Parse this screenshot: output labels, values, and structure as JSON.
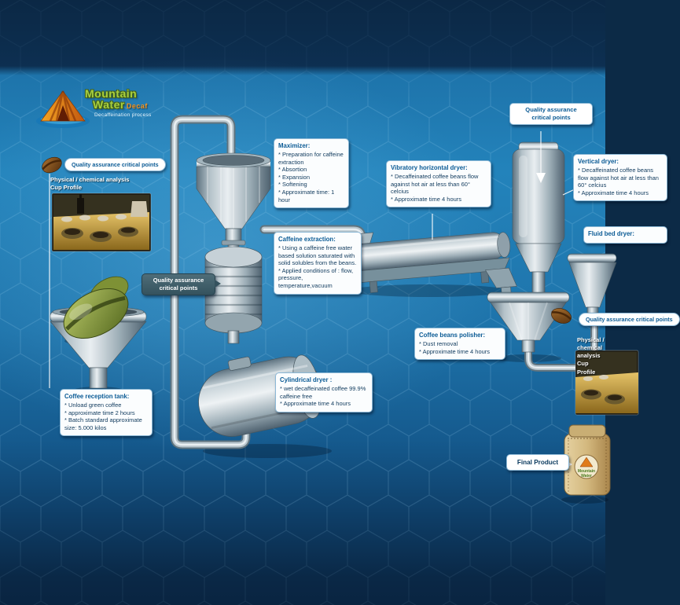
{
  "logo": {
    "word1": "Mountain",
    "word2": "Water",
    "word3": "Decaf",
    "subtitle": "Decaffeination process"
  },
  "qa_left": {
    "title": "Quality assurance critical points",
    "analysis_line1": "Physical / chemical analysis",
    "analysis_line2": "Cup Profile"
  },
  "qa_mid": {
    "line1": "Quality assurance",
    "line2": "critical points"
  },
  "qa_top_right": {
    "line1": "Quality assurance",
    "line2": "critical points"
  },
  "qa_bottom_right": {
    "title": "Quality assurance critical points",
    "analysis_line1": "Physical / chemical analysis",
    "analysis_line2": "Cup Profile"
  },
  "boxes": {
    "reception": {
      "title": "Coffee reception tank:",
      "lines": [
        "* Unload green coffee",
        "* approximate time 2 hours",
        "* Batch standard approximate size: 5.000 kilos"
      ]
    },
    "maximizer": {
      "title": "Maximizer:",
      "lines": [
        "* Preparation for caffeine extraction",
        "* Absortion",
        "* Expansion",
        "* Softening",
        "* Approximate time: 1 hour"
      ]
    },
    "extraction": {
      "title": "Caffeine extraction:",
      "lines": [
        "* Using a caffeine free water based solution saturated with solid solubles from the beans.",
        "* Applied conditions of : flow, pressure, temperature,vacuum"
      ]
    },
    "cylindrical": {
      "title": "Cylindrical dryer :",
      "lines": [
        "* wet decaffeinated coffee 99.9% caffeine free",
        "* Approximate time 4 hours"
      ]
    },
    "vibratory": {
      "title": "Vibratory horizontal dryer:",
      "lines": [
        "* Decaffeinated coffee beans flow against hot air at less than 60° celcius",
        "* Approximate time 4 hours"
      ]
    },
    "vertical": {
      "title": "Vertical dryer:",
      "lines": [
        "* Decaffeinated coffee beans flow against hot air at less than 60° celcius",
        "* Approximate time 4 hours"
      ]
    },
    "fluid_bed": {
      "title": "Fluid bed dryer:"
    },
    "polisher": {
      "title": "Coffee beans polisher:",
      "lines": [
        "* Dust removal",
        "* Approximate time 4 hours"
      ]
    }
  },
  "final_product": {
    "label": "Final Product"
  },
  "bag": {
    "line1": "Mountain",
    "line2": "Water"
  },
  "colors": {
    "background_top": "#0c2a46",
    "background_mid": "#2383bb",
    "background_bottom": "#092441",
    "callout_border": "#8cb8d6",
    "title_blue": "#0b5b95",
    "badge_dark": "#35525e",
    "pipe_gray": "#b9c6cd",
    "accent_orange": "#f7941d",
    "logo_green": "#a8cf3f"
  }
}
